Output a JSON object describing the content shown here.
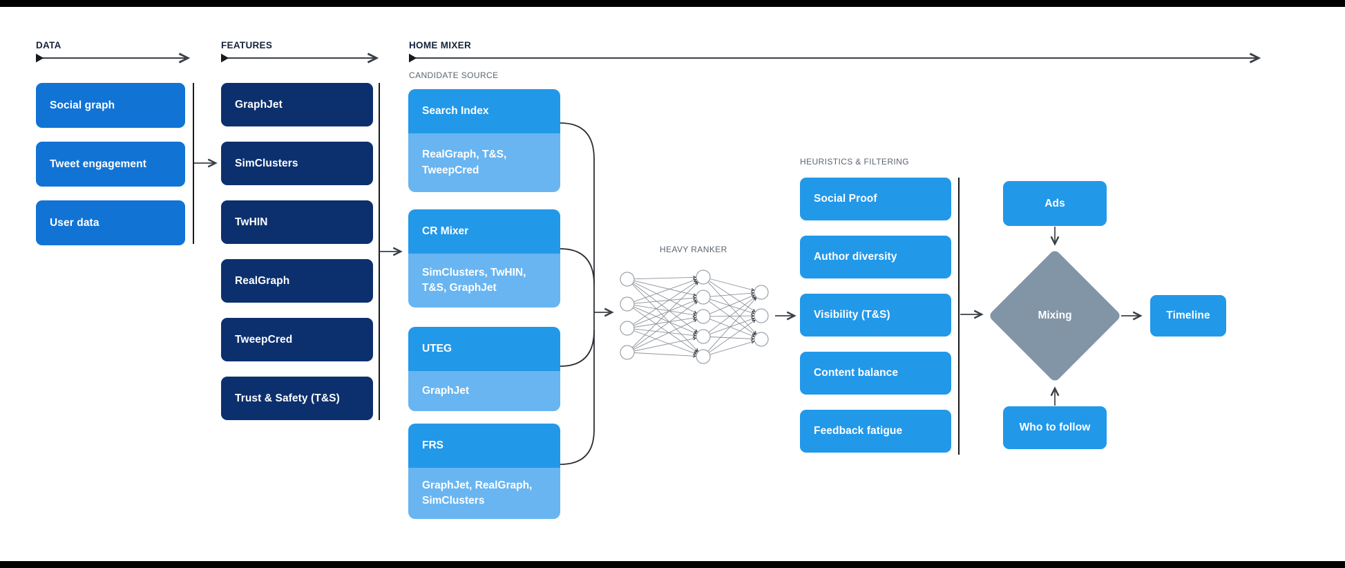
{
  "page": {
    "background": "#ffffff",
    "letterbox_color": "#000000"
  },
  "colors": {
    "data_box": "#1173d4",
    "feature_box": "#0c306e",
    "source_primary": "#2298e9",
    "source_secondary": "#68b5f1",
    "filter_box": "#2298e9",
    "diamond": "#8295a7",
    "header_text": "#16233b",
    "sublabel_text": "#5a646e",
    "arrow": "#3a4047"
  },
  "sections": {
    "data": {
      "label": "DATA",
      "items": [
        "Social graph",
        "Tweet engagement",
        "User data"
      ]
    },
    "features": {
      "label": "FEATURES",
      "items": [
        "GraphJet",
        "SimClusters",
        "TwHIN",
        "RealGraph",
        "TweepCred",
        "Trust & Safety (T&S)"
      ]
    },
    "home_mixer": {
      "label": "HOME MIXER",
      "candidate_source": {
        "label": "CANDIDATE SOURCE",
        "cards": [
          {
            "title": "Search Index",
            "subtitle": "RealGraph, T&S, TweepCred"
          },
          {
            "title": "CR Mixer",
            "subtitle": "SimClusters, TwHIN, T&S, GraphJet"
          },
          {
            "title": "UTEG",
            "subtitle": "GraphJet"
          },
          {
            "title": "FRS",
            "subtitle": "GraphJet, RealGraph, SimClusters"
          }
        ]
      },
      "heavy_ranker": {
        "label": "HEAVY RANKER",
        "layers": [
          4,
          5,
          3
        ]
      },
      "heuristics": {
        "label": "HEURISTICS & FILTERING",
        "items": [
          "Social Proof",
          "Author diversity",
          "Visibility (T&S)",
          "Content balance",
          "Feedback fatigue"
        ]
      },
      "mixing": {
        "ads_label": "Ads",
        "diamond_label": "Mixing",
        "who_to_follow_label": "Who to follow",
        "timeline_label": "Timeline"
      }
    }
  }
}
